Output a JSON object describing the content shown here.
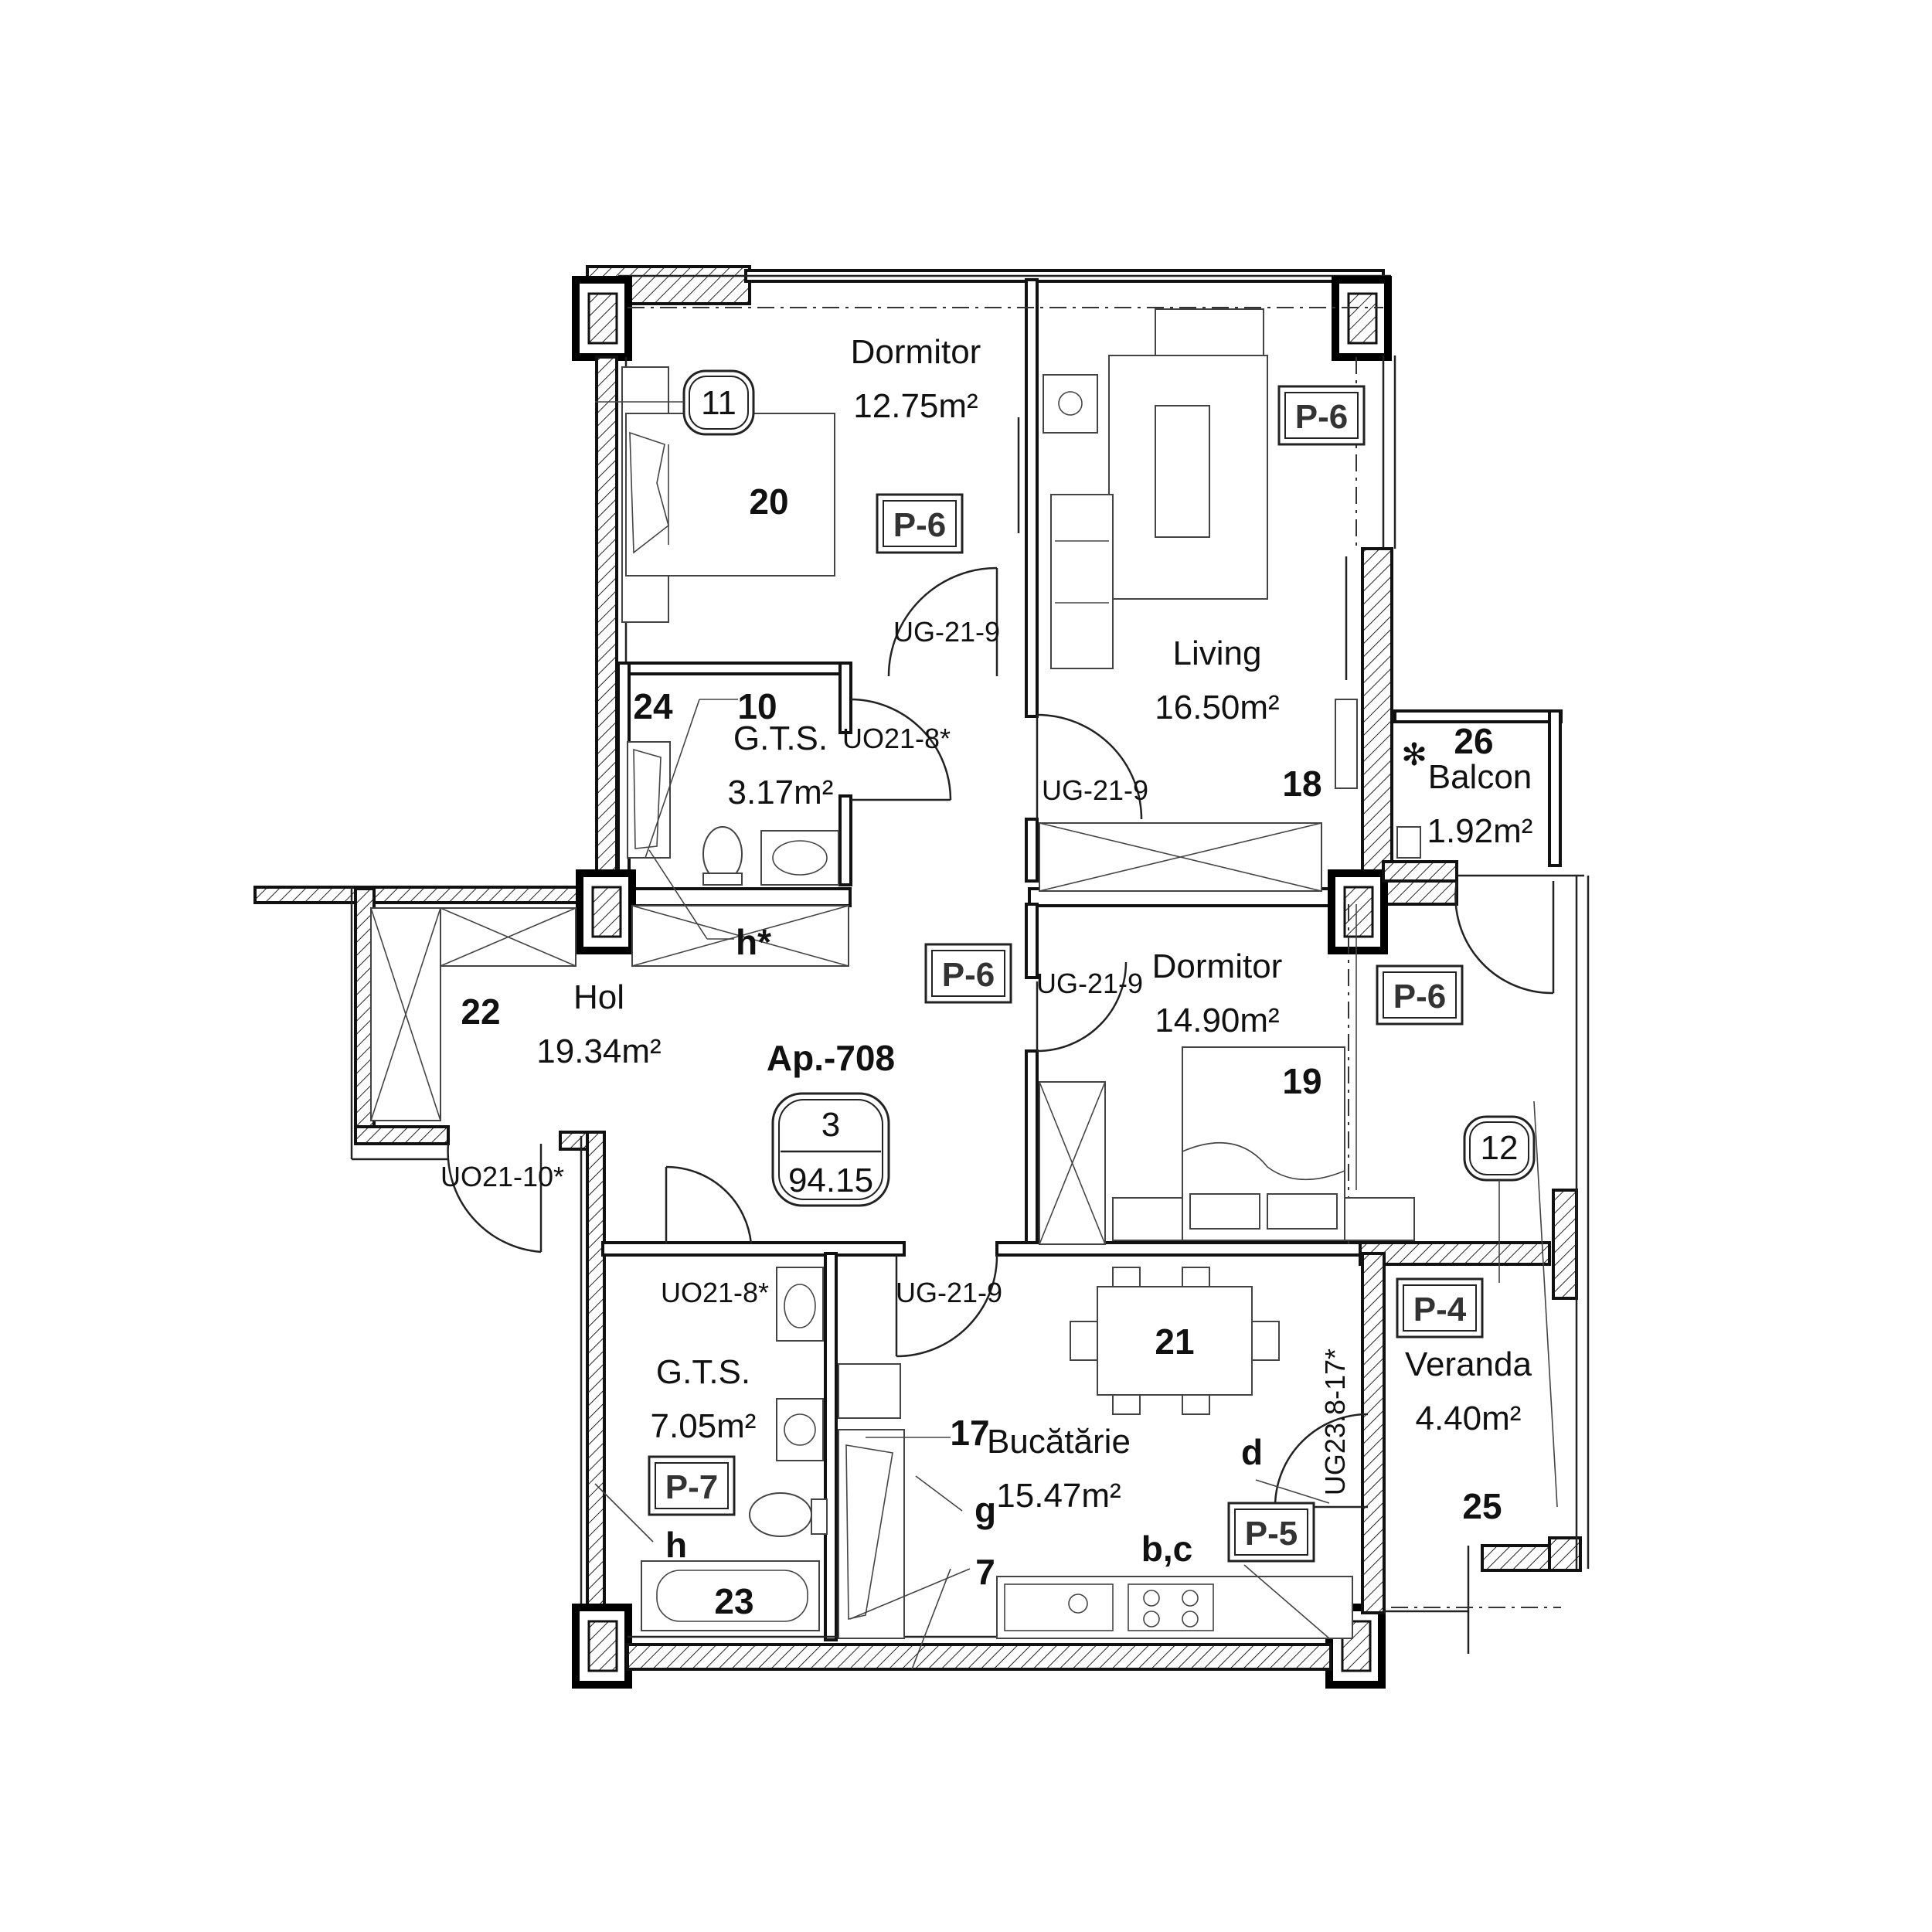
{
  "apartment": {
    "label": "Ap.-708",
    "rooms_count": "3",
    "total_area": "94.15"
  },
  "rooms": [
    {
      "id": "dormitor1",
      "name": "Dormitor",
      "area": "12.75m²",
      "number": "20"
    },
    {
      "id": "living",
      "name": "Living",
      "area": "16.50m²",
      "number": "18"
    },
    {
      "id": "gts1",
      "name": "G.T.S.",
      "area": "3.17m²",
      "number": "24"
    },
    {
      "id": "balcon",
      "name": "Balcon",
      "area": "1.92m²",
      "number": "26"
    },
    {
      "id": "hol",
      "name": "Hol",
      "area": "19.34m²",
      "number": "22"
    },
    {
      "id": "dormitor2",
      "name": "Dormitor",
      "area": "14.90m²",
      "number": "19"
    },
    {
      "id": "gts2",
      "name": "G.T.S.",
      "area": "7.05m²",
      "number": "23"
    },
    {
      "id": "bucatarie",
      "name": "Bucătărie",
      "area": "15.47m²",
      "number": "21"
    },
    {
      "id": "veranda",
      "name": "Veranda",
      "area": "4.40m²",
      "number": "25"
    }
  ],
  "finish_tags": [
    "P-6",
    "P-6",
    "P-6",
    "P-6",
    "P-7",
    "P-5",
    "P-4"
  ],
  "door_codes": [
    "UG-21-9",
    "UO21-8*",
    "UG-21-9",
    "UG-21-9",
    "UO21-10*",
    "UO21-8*",
    "UG-21-9",
    "UG23.8-17*"
  ],
  "circled_marks": [
    "11",
    "10",
    "12"
  ],
  "misc_marks": [
    "h*",
    "h",
    "17",
    "g",
    "7",
    "d",
    "b,c"
  ]
}
